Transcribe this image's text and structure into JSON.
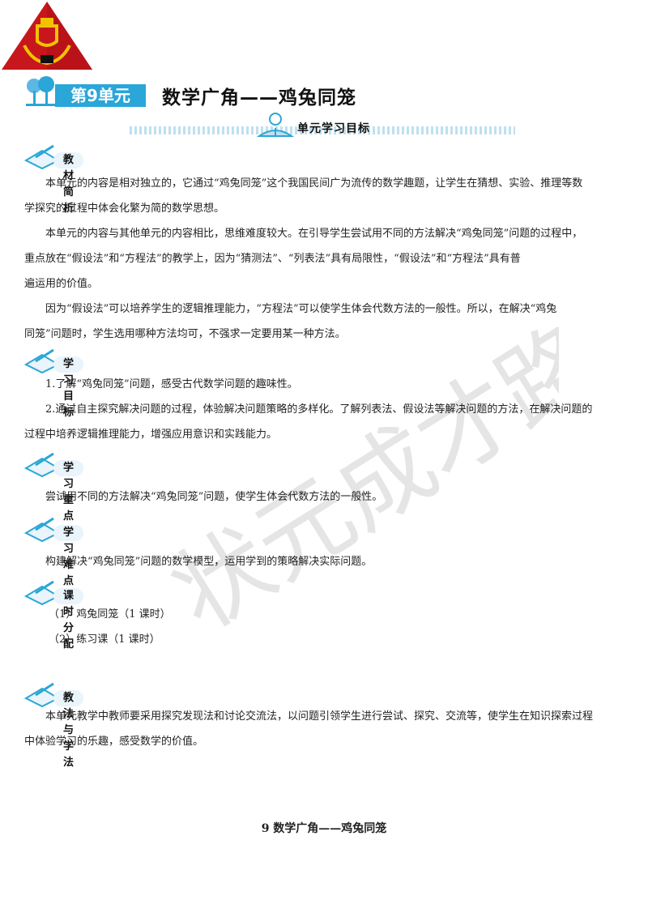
{
  "header": {
    "unit_badge": "第9单元",
    "unit_title": "数学广角——鸡兔同笼",
    "goal_label": "单元学习目标"
  },
  "sections": {
    "analysis": {
      "title": "教材简析",
      "paragraphs": [
        "本单元的内容是相对独立的，它通过“鸡兔同笼”这个我国民间广为流传的数学趣题，让学生在猜想、实验、推理等数",
        "学探究的过程中体会化繁为简的数学思想。",
        "本单元的内容与其他单元的内容相比，思维难度较大。在引导学生尝试用不同的方法解决“鸡兔同笼”问题的过程中，",
        "重点放在“假设法”和“方程法”的教学上，因为“猜测法”、“列表法”具有局限性，“假设法”和“方程法”具有普",
        "遍运用的价值。",
        "因为“假设法”可以培养学生的逻辑推理能力，“方程法”可以使学生体会代数方法的一般性。所以，在解决“鸡兔",
        "同笼”问题时，学生选用哪种方法均可，不强求一定要用某一种方法。"
      ]
    },
    "goals": {
      "title": "学习目标",
      "lines": [
        "1.了解“鸡兔同笼”问题，感受古代数学问题的趣味性。",
        "2.通过自主探究解决问题的过程，体验解决问题策略的多样化。了解列表法、假设法等解决问题的方法，在解决问题的",
        "过程中培养逻辑推理能力，增强应用意识和实践能力。"
      ]
    },
    "key_points": {
      "title": "学习重点",
      "text": "尝试用不同的方法解决“鸡兔同笼”问题，使学生体会代数方法的一般性。"
    },
    "difficulties": {
      "title": "学习难点",
      "text": "构建解决“鸡兔同笼”问题的数学模型，运用学到的策略解决实际问题。"
    },
    "schedule": {
      "title": "课时分配",
      "items": [
        "（1）鸡兔同笼（1 课时）",
        "（2）练习课（1 课时）"
      ]
    },
    "methods": {
      "title": "教法与学法",
      "lines": [
        "本单元教学中教师要采用探究发现法和讨论交流法，以问题引领学生进行尝试、探究、交流等，使学生在知识探索过程",
        "中体验学习的乐趣，感受数学的价值。"
      ]
    }
  },
  "footer": {
    "title": "9 数学广角——鸡兔同笼"
  },
  "watermark": "状元成才路",
  "colors": {
    "accent": "#2aa6d8",
    "logo_red": "#c8161d",
    "logo_gold": "#f2c200"
  }
}
